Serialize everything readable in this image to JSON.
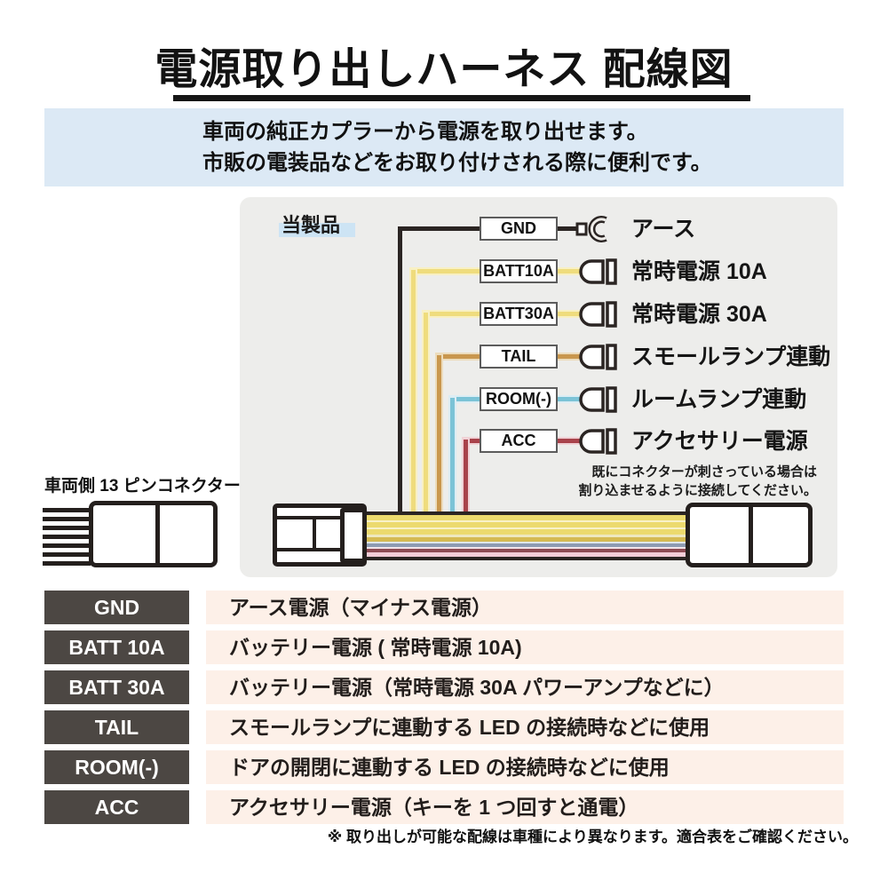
{
  "title": "電源取り出しハーネス 配線図",
  "intro": {
    "line1": "車両の純正カプラーから電源を取り出せます。",
    "line2": "市販の電装品などをお取り付けされる際に便利です。"
  },
  "diagram": {
    "product_label": "当製品",
    "vehicle_connector_label": "車両側 13 ピンコネクター",
    "note_line1": "既にコネクターが刺さっている場合は",
    "note_line2": "割り込ませるように接続してください。",
    "wires": [
      {
        "tag": "GND",
        "label": "アース",
        "color": "#2b2523",
        "terminal": "ring-terminal"
      },
      {
        "tag": "BATT10A",
        "label": "常時電源 10A",
        "color": "#efdc7d",
        "terminal": "bullet-connector"
      },
      {
        "tag": "BATT30A",
        "label": "常時電源 30A",
        "color": "#efdc7d",
        "terminal": "bullet-connector"
      },
      {
        "tag": "TAIL",
        "label": "スモールランプ連動",
        "color": "#c9974e",
        "terminal": "bullet-connector"
      },
      {
        "tag": "ROOM(-)",
        "label": "ルームランプ連動",
        "color": "#7cc3d6",
        "terminal": "bullet-connector"
      },
      {
        "tag": "ACC",
        "label": "アクセサリー電源",
        "color": "#a8434b",
        "terminal": "bullet-connector"
      }
    ]
  },
  "table": {
    "rows": [
      {
        "tag": "GND",
        "desc": "アース電源（マイナス電源）"
      },
      {
        "tag": "BATT 10A",
        "desc": "バッテリー電源 ( 常時電源 10A)"
      },
      {
        "tag": "BATT 30A",
        "desc": "バッテリー電源（常時電源 30A パワーアンプなどに）"
      },
      {
        "tag": "TAIL",
        "desc": "スモールランプに連動する LED の接続時などに使用"
      },
      {
        "tag": "ROOM(-)",
        "desc": "ドアの開閉に連動する LED の接続時などに使用"
      },
      {
        "tag": "ACC",
        "desc": "アクセサリー電源（キーを 1 つ回すと通電）"
      }
    ]
  },
  "footer_note": "※ 取り出しが可能な配線は車種により異なります。適合表をご確認ください。",
  "colors": {
    "intro_background": "#dce9f5",
    "panel_background": "#ededeb",
    "highlight_blue": "#cde4f4",
    "table_tag_background": "#4c4743",
    "table_desc_background": "#fdf0e8",
    "wire_black": "#2b2523",
    "wire_yellow": "#efdc7d",
    "wire_tan": "#c9974e",
    "wire_cyan": "#7cc3d6",
    "wire_maroon": "#a8434b"
  }
}
